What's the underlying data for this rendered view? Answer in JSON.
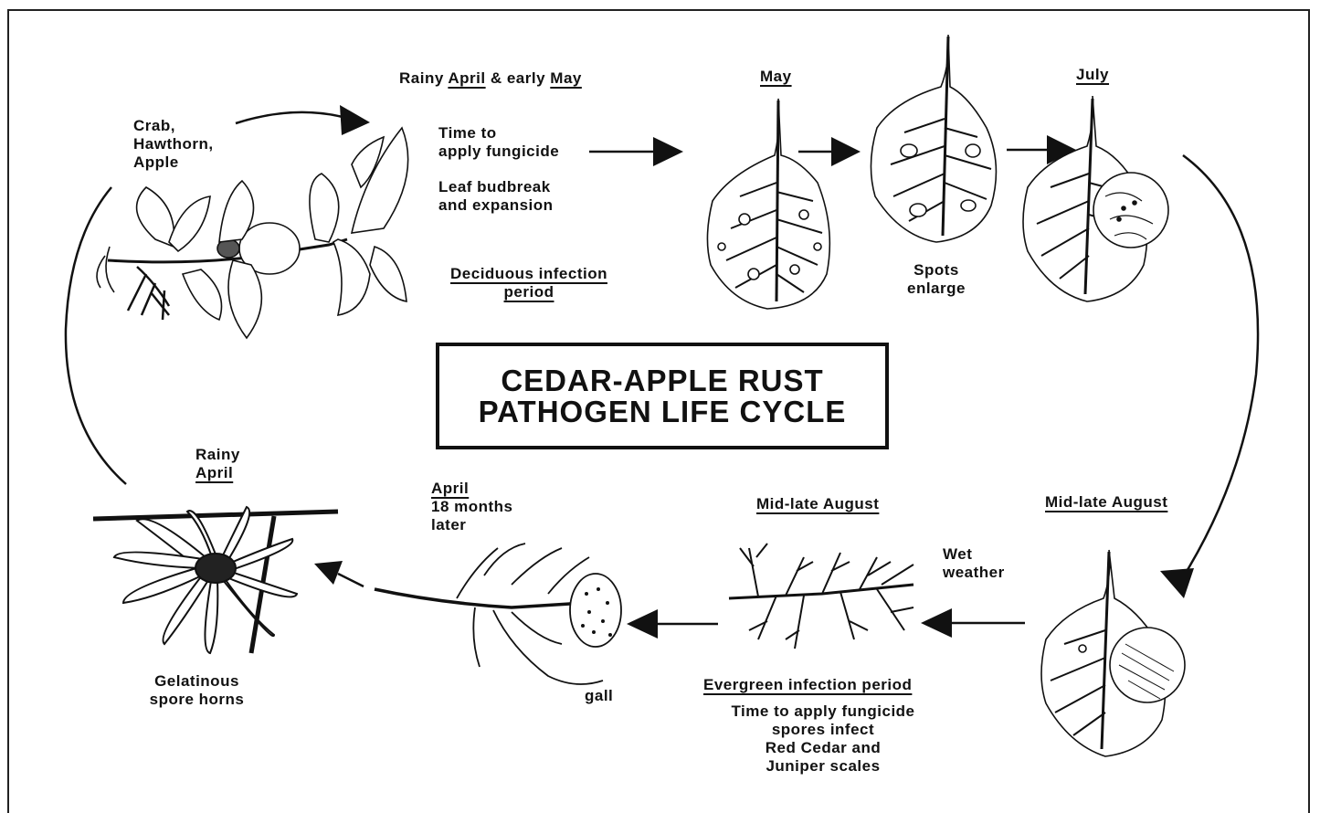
{
  "title": "CEDAR-APPLE RUST\nPATHOGEN LIFE CYCLE",
  "labels": {
    "hosts": "Crab,\nHawthorn,\nApple",
    "rainy_april_early_may": {
      "pre1": "Rainy ",
      "april": "April",
      "mid": " & early ",
      "may": "May"
    },
    "time_to_apply_1": "Time to\napply fungicide",
    "leaf_budbreak": "Leaf budbreak\nand expansion",
    "deciduous_infection": "Deciduous infection\nperiod",
    "may": "May",
    "july": "July",
    "spots_enlarge": "Spots\nenlarge",
    "rainy_april": {
      "rainy": "Rainy",
      "april": "April"
    },
    "april_18": {
      "april": "April",
      "rest": "18 months\nlater"
    },
    "mid_late_aug_left": "Mid-late August",
    "mid_late_aug_right": "Mid-late August",
    "wet_weather": "Wet\nweather",
    "gelatinous": "Gelatinous\nspore horns",
    "gall": "gall",
    "evergreen_infection": "Evergreen infection period",
    "time_to_apply_2": "Time to apply fungicide\nspores infect\nRed Cedar and\nJuniper scales"
  }
}
